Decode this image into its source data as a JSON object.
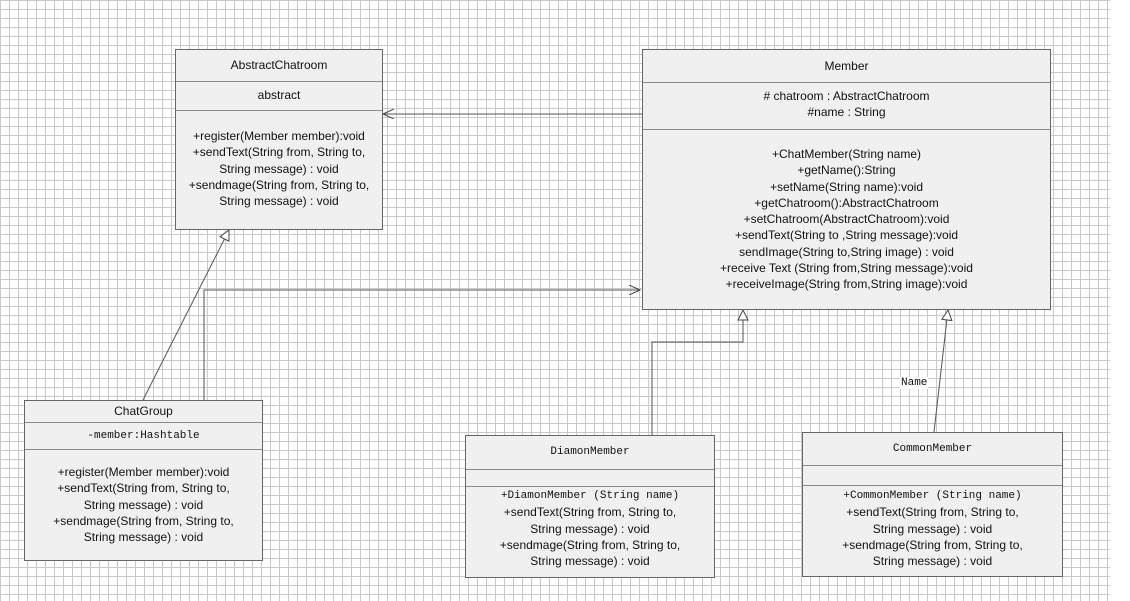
{
  "classes": {
    "abstract_chatroom": {
      "name": "AbstractChatroom",
      "attributes": [
        "abstract"
      ],
      "methods": [
        "+register(Member member):void",
        "+sendText(String from, String to,",
        "String message) : void",
        "+sendmage(String from, String to,",
        "String message) : void"
      ]
    },
    "member": {
      "name": "Member",
      "attributes": [
        "#  chatroom : AbstractChatroom",
        "#name : String"
      ],
      "methods": [
        "+ChatMember(String name)",
        "+getName():String",
        "+setName(String name):void",
        "+getChatroom():AbstractChatroom",
        "+setChatroom(AbstractChatroom):void",
        "+sendText(String to ,String message):void",
        "sendImage(String to,String image) : void",
        "+receive Text (String from,String message):void",
        "+receiveImage(String from,String image):void"
      ]
    },
    "chat_group": {
      "name": "ChatGroup",
      "attributes": [
        "-member:Hashtable"
      ],
      "methods": [
        "+register(Member member):void",
        "+sendText(String from, String to,",
        "String message) : void",
        "+sendmage(String from, String to,",
        "String message) : void"
      ]
    },
    "diamon_member": {
      "name": "DiamonMember",
      "attributes": [],
      "methods": [
        "+DiamonMember (String name)",
        "+sendText(String from, String to,",
        "String message) : void",
        "+sendmage(String from, String to,",
        "String message) : void"
      ]
    },
    "common_member": {
      "name": "CommonMember",
      "attributes": [],
      "methods": [
        "+CommonMember (String name)",
        "+sendText(String from, String to,",
        "String message) : void",
        "+sendmage(String from, String to,",
        "String message) : void"
      ]
    }
  },
  "labels": {
    "name_label": "Name"
  },
  "colors": {
    "box_fill": "#f0f0f0",
    "box_border": "#666666",
    "line": "#555555"
  }
}
